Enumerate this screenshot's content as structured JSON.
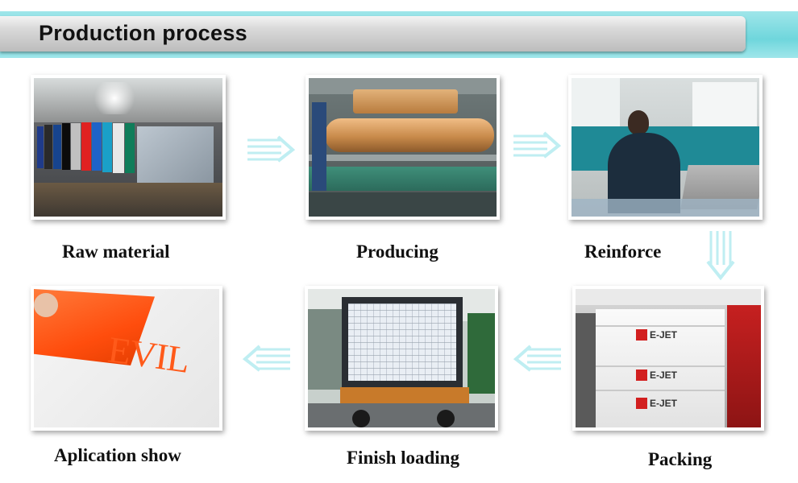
{
  "header": {
    "title": "Production process"
  },
  "steps": [
    {
      "caption": "Raw material"
    },
    {
      "caption": "Producing"
    },
    {
      "caption": "Reinforce"
    },
    {
      "caption": "Packing"
    },
    {
      "caption": "Finish loading"
    },
    {
      "caption": "Aplication show"
    }
  ],
  "product": {
    "box_brand": "E-JET",
    "sample_text": "EVIL"
  },
  "colors": {
    "banner_accent": "#6fd6dc",
    "arrow": "#bfeef2",
    "film_orange": "#ff5a1a",
    "copper": "#c88a4a"
  }
}
